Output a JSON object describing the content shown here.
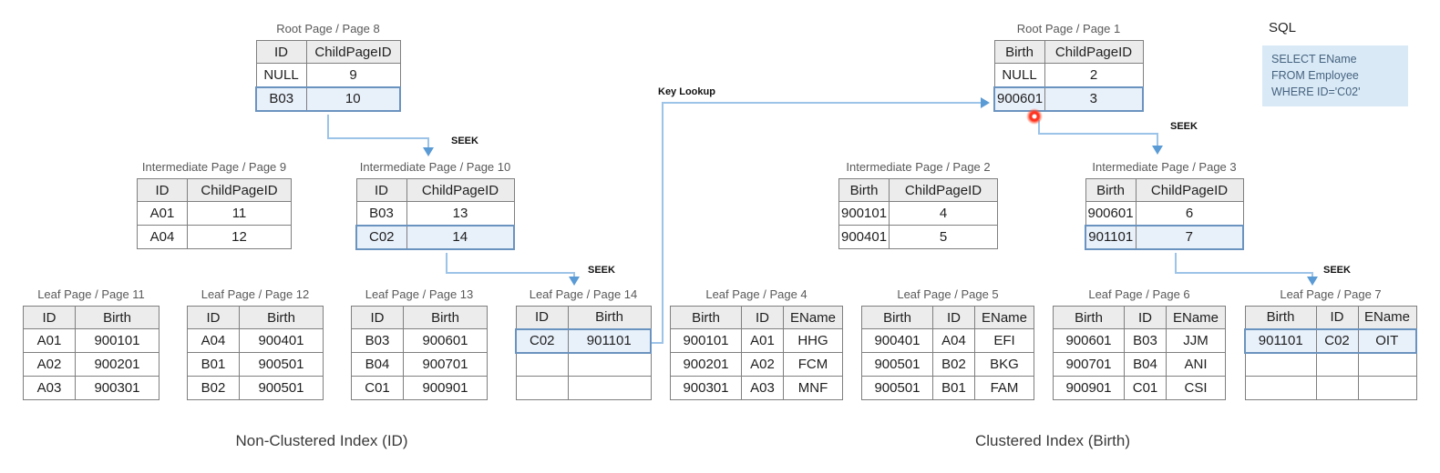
{
  "labels": {
    "seek": "SEEK",
    "key_lookup": "Key Lookup",
    "non_clustered_index": "Non-Clustered Index (ID)",
    "clustered_index": "Clustered Index (Birth)"
  },
  "sql": {
    "title": "SQL",
    "query_lines": [
      "SELECT EName",
      "FROM Employee",
      "WHERE ID='C02'"
    ]
  },
  "colors": {
    "arrow_line": "#9cc3e8",
    "arrowhead": "#5b9bd5",
    "highlight_row_bg": "#e8f0fa",
    "highlight_row_border": "#6b93bf",
    "header_bg": "#ececec",
    "table_border": "#7f7f7f",
    "sql_box_bg": "#d9eaf6",
    "click_dot": "#ff3421"
  },
  "pages": {
    "page8": {
      "title": "Root Page / Page 8",
      "headers": [
        "ID",
        "ChildPageID"
      ],
      "rows": [
        [
          "NULL",
          "9"
        ],
        [
          "B03",
          "10"
        ]
      ],
      "highlight_rows": [
        1
      ]
    },
    "page9": {
      "title": "Intermediate Page / Page 9",
      "headers": [
        "ID",
        "ChildPageID"
      ],
      "rows": [
        [
          "A01",
          "11"
        ],
        [
          "A04",
          "12"
        ]
      ],
      "highlight_rows": []
    },
    "page10": {
      "title": "Intermediate Page / Page 10",
      "headers": [
        "ID",
        "ChildPageID"
      ],
      "rows": [
        [
          "B03",
          "13"
        ],
        [
          "C02",
          "14"
        ]
      ],
      "highlight_rows": [
        1
      ]
    },
    "page11": {
      "title": "Leaf Page / Page 11",
      "headers": [
        "ID",
        "Birth"
      ],
      "rows": [
        [
          "A01",
          "900101"
        ],
        [
          "A02",
          "900201"
        ],
        [
          "A03",
          "900301"
        ]
      ],
      "highlight_rows": []
    },
    "page12": {
      "title": "Leaf Page / Page 12",
      "headers": [
        "ID",
        "Birth"
      ],
      "rows": [
        [
          "A04",
          "900401"
        ],
        [
          "B01",
          "900501"
        ],
        [
          "B02",
          "900501"
        ]
      ],
      "highlight_rows": []
    },
    "page13": {
      "title": "Leaf Page / Page 13",
      "headers": [
        "ID",
        "Birth"
      ],
      "rows": [
        [
          "B03",
          "900601"
        ],
        [
          "B04",
          "900701"
        ],
        [
          "C01",
          "900901"
        ]
      ],
      "highlight_rows": []
    },
    "page14": {
      "title": "Leaf Page / Page 14",
      "headers": [
        "ID",
        "Birth"
      ],
      "rows": [
        [
          "C02",
          "901101"
        ],
        [
          "",
          ""
        ],
        [
          "",
          ""
        ]
      ],
      "highlight_rows": [
        0
      ]
    },
    "page1": {
      "title": "Root Page / Page 1",
      "headers": [
        "Birth",
        "ChildPageID"
      ],
      "rows": [
        [
          "NULL",
          "2"
        ],
        [
          "900601",
          "3"
        ]
      ],
      "highlight_rows": [
        1
      ]
    },
    "page2": {
      "title": "Intermediate Page / Page 2",
      "headers": [
        "Birth",
        "ChildPageID"
      ],
      "rows": [
        [
          "900101",
          "4"
        ],
        [
          "900401",
          "5"
        ]
      ],
      "highlight_rows": []
    },
    "page3": {
      "title": "Intermediate Page / Page 3",
      "headers": [
        "Birth",
        "ChildPageID"
      ],
      "rows": [
        [
          "900601",
          "6"
        ],
        [
          "901101",
          "7"
        ]
      ],
      "highlight_rows": [
        1
      ]
    },
    "page4": {
      "title": "Leaf Page / Page 4",
      "headers": [
        "Birth",
        "ID",
        "EName"
      ],
      "rows": [
        [
          "900101",
          "A01",
          "HHG"
        ],
        [
          "900201",
          "A02",
          "FCM"
        ],
        [
          "900301",
          "A03",
          "MNF"
        ]
      ],
      "highlight_rows": []
    },
    "page5": {
      "title": "Leaf Page / Page 5",
      "headers": [
        "Birth",
        "ID",
        "EName"
      ],
      "rows": [
        [
          "900401",
          "A04",
          "EFI"
        ],
        [
          "900501",
          "B02",
          "BKG"
        ],
        [
          "900501",
          "B01",
          "FAM"
        ]
      ],
      "highlight_rows": []
    },
    "page6": {
      "title": "Leaf Page / Page 6",
      "headers": [
        "Birth",
        "ID",
        "EName"
      ],
      "rows": [
        [
          "900601",
          "B03",
          "JJM"
        ],
        [
          "900701",
          "B04",
          "ANI"
        ],
        [
          "900901",
          "C01",
          "CSI"
        ]
      ],
      "highlight_rows": []
    },
    "page7": {
      "title": "Leaf Page / Page 7",
      "headers": [
        "Birth",
        "ID",
        "EName"
      ],
      "rows": [
        [
          "901101",
          "C02",
          "OIT"
        ],
        [
          "",
          "",
          ""
        ],
        [
          "",
          "",
          ""
        ]
      ],
      "highlight_rows": [
        0
      ]
    }
  }
}
